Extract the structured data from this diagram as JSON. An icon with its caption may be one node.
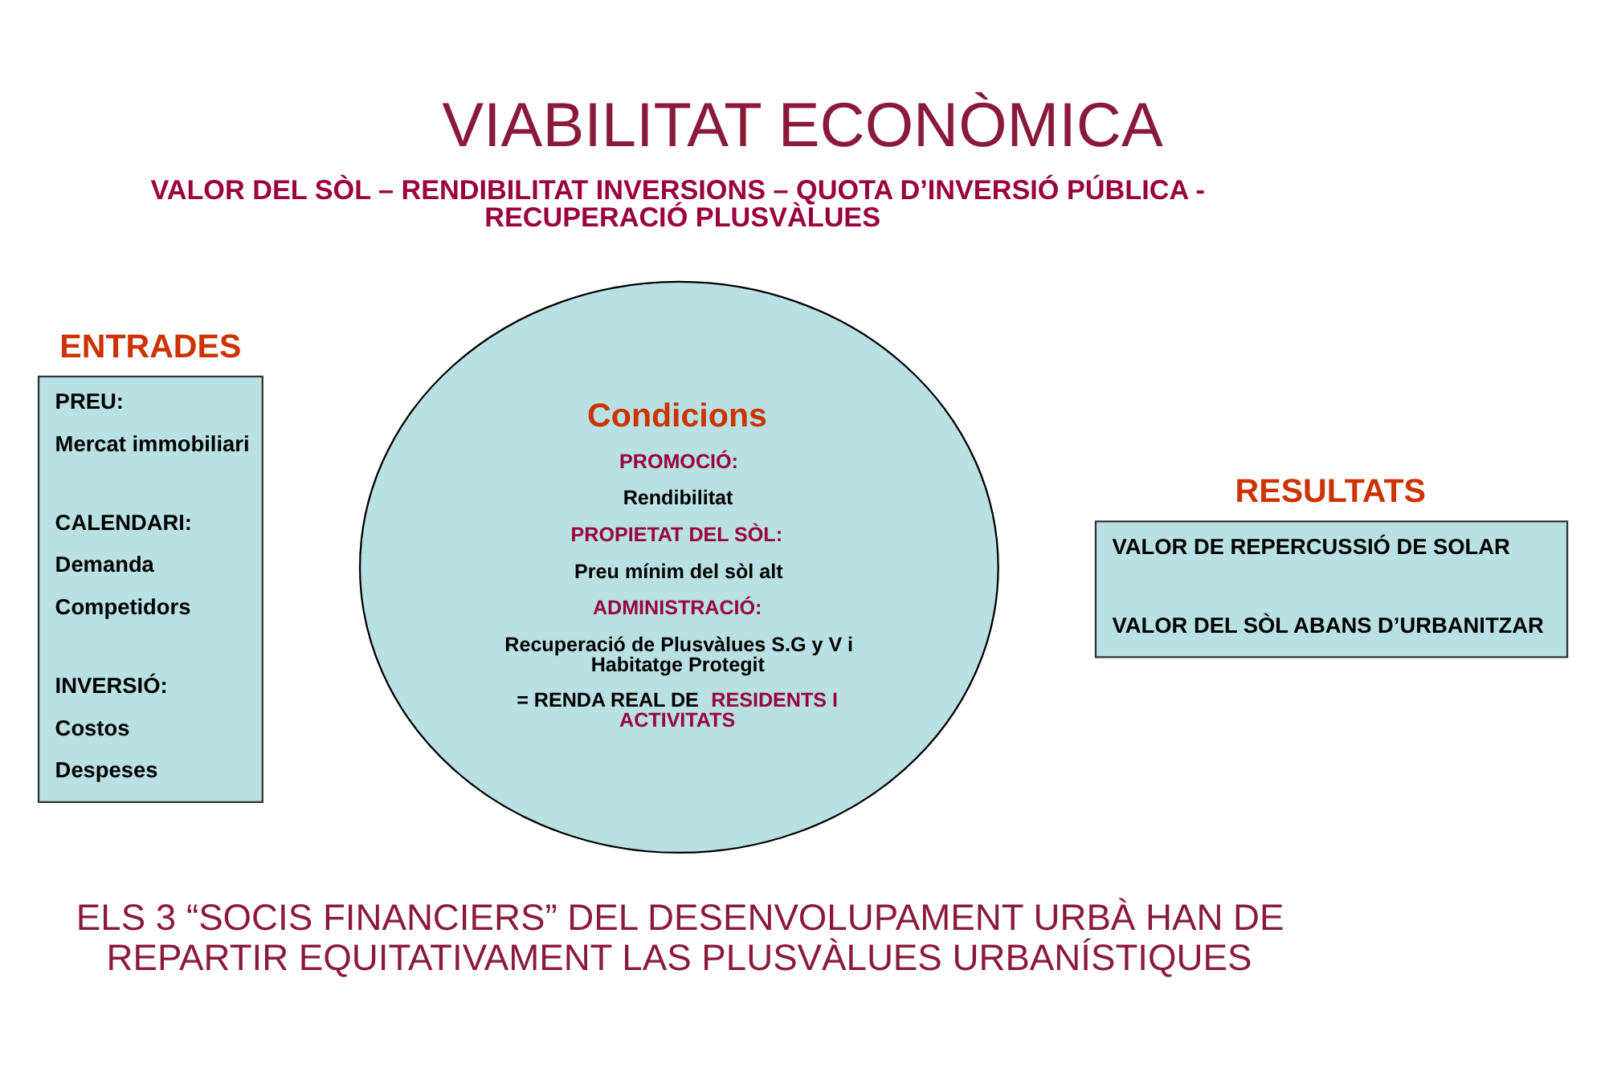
{
  "diagram": {
    "title": "VIABILITAT ECONÒMICA",
    "caption": "ELS 3 “SOCIS FINANCIERS” DEL DESENVOLUPAMENT URBÀ HAN DE REPARTIR EQUITATIVAMENT LAS PLUSVÀLUES URBANÍSTIQUES",
    "nodes": [
      {
        "text": [
          "ENTRADES",
          "PREU:",
          "Mercat immobiliari",
          "CALENDARI:",
          "Demanda",
          "Competidors",
          "INVERSIÓ:",
          "Costos",
          "Despeses"
        ]
      },
      {
        "text": [
          "Condicions",
          "PROMOCIÓ:",
          "Rendibilitat",
          "PROPIETAT DEL SÒL:",
          "Preu mínim del sòl alt",
          "ADMINISTRACIÓ:",
          "Recuperació de Plusvàlues S.G y V i Habitatge Protegit",
          "= RENDA REAL DE **RESIDENTS I ACTIVITATS**"
        ]
      },
      {
        "text": [
          "RESULTATS",
          "VALOR DE REPERCUSSIÓ DE SOLAR",
          "VALOR DEL SÒL ABANS D’URBANITZAR"
        ]
      }
    ],
    "labels": [
      "VALOR DEL SÒL – RENDIBILITAT INVERSIONS – QUOTA D’INVERSIÓ PÚBLICA - RECUPERACIÓ PLUSVÀLUES"
    ]
  }
}
